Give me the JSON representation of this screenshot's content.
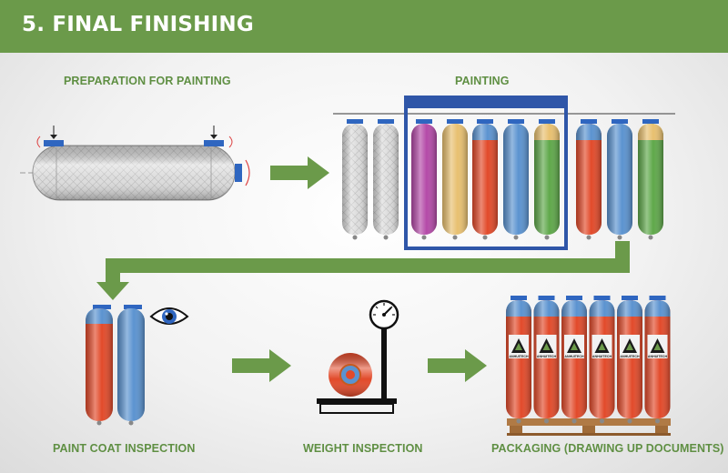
{
  "header": {
    "title": "5. FINAL FINISHING",
    "color": "#6b9a4a"
  },
  "steps": {
    "prep_label": "PREPARATION FOR PAINTING",
    "painting_label": "PAINTING",
    "paint_coat_label": "PAINT COAT INSPECTION",
    "weight_label": "WEIGHT INSPECTION",
    "packaging_label": "PACKAGING (DRAWING UP DOCUMENTS)"
  },
  "logo_text": "ANHUITECH",
  "colors": {
    "arrow": "#6b9a4a",
    "frame": "#2f56a8",
    "red": "#e24a2a",
    "blue": "#5b93d0",
    "green": "#5fa84a",
    "yellow": "#e8c070",
    "purple": "#b44aa8",
    "silver": "#c8c8c8"
  },
  "painting_line": [
    {
      "body": "silver",
      "cap": "silver"
    },
    {
      "body": "silver",
      "cap": "silver"
    },
    {
      "body": "purple",
      "cap": "purple"
    },
    {
      "body": "yellow",
      "cap": "yellow"
    },
    {
      "body": "red",
      "cap": "blue"
    },
    {
      "body": "blue",
      "cap": "blue"
    },
    {
      "body": "green",
      "cap": "yellow"
    },
    {
      "body": "red",
      "cap": "blue"
    },
    {
      "body": "blue",
      "cap": "blue"
    },
    {
      "body": "green",
      "cap": "yellow"
    }
  ]
}
